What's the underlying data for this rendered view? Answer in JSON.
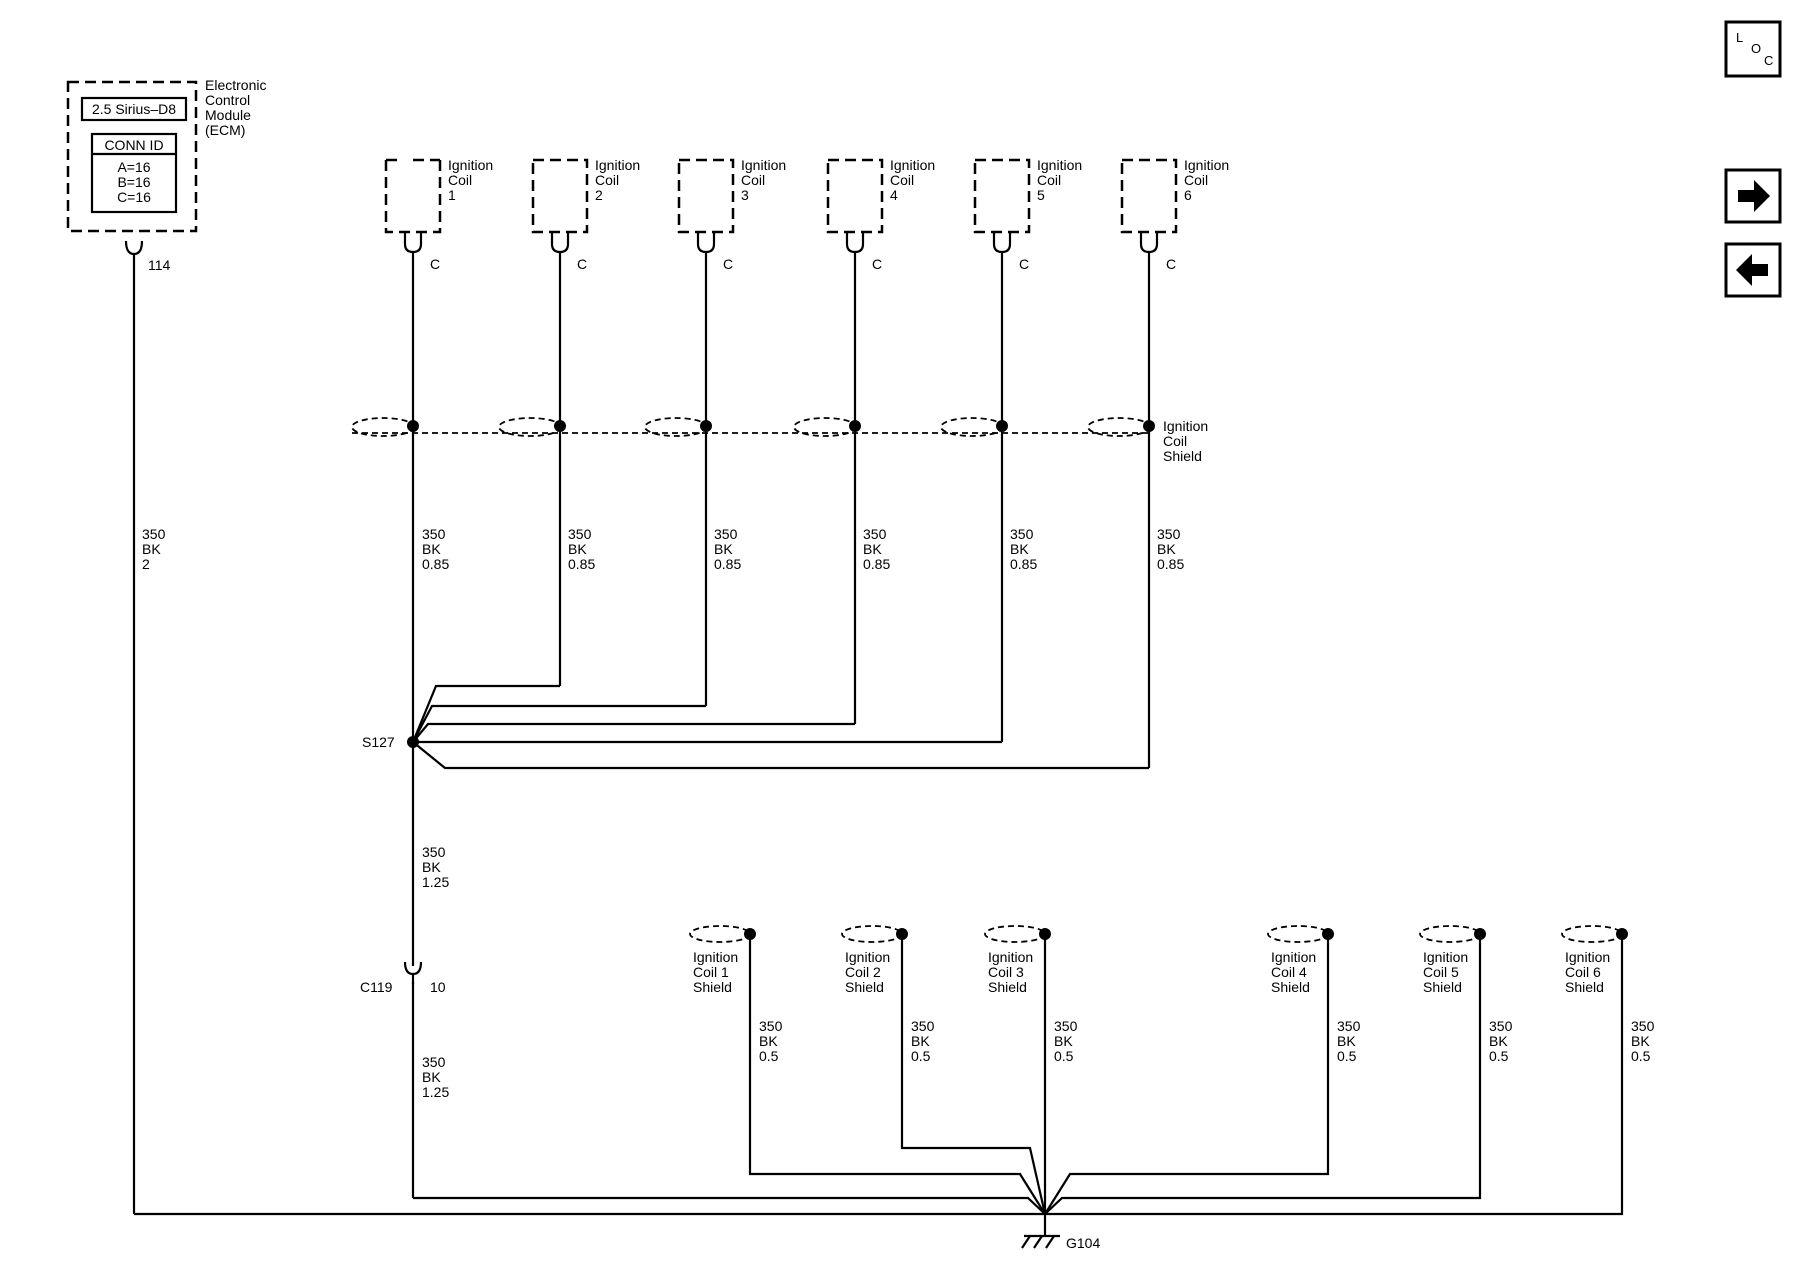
{
  "ecm": {
    "name_lines": [
      "Electronic",
      "Control",
      "Module",
      "(ECM)"
    ],
    "engine_label": "2.5 Sirius–D8",
    "conn_header": "CONN ID",
    "conn_ids": [
      "A=16",
      "B=16",
      "C=16"
    ],
    "pin": "114",
    "wire": [
      "350",
      "BK",
      "2"
    ]
  },
  "ignition_coils": [
    {
      "lines": [
        "Ignition",
        "Coil",
        "1"
      ],
      "connector": "C",
      "wire": [
        "350",
        "BK",
        "0.85"
      ]
    },
    {
      "lines": [
        "Ignition",
        "Coil",
        "2"
      ],
      "connector": "C",
      "wire": [
        "350",
        "BK",
        "0.85"
      ]
    },
    {
      "lines": [
        "Ignition",
        "Coil",
        "3"
      ],
      "connector": "C",
      "wire": [
        "350",
        "BK",
        "0.85"
      ]
    },
    {
      "lines": [
        "Ignition",
        "Coil",
        "4"
      ],
      "connector": "C",
      "wire": [
        "350",
        "BK",
        "0.85"
      ]
    },
    {
      "lines": [
        "Ignition",
        "Coil",
        "5"
      ],
      "connector": "C",
      "wire": [
        "350",
        "BK",
        "0.85"
      ]
    },
    {
      "lines": [
        "Ignition",
        "Coil",
        "6"
      ],
      "connector": "C",
      "wire": [
        "350",
        "BK",
        "0.85"
      ]
    }
  ],
  "coil_shield_label": [
    "Ignition",
    "Coil",
    "Shield"
  ],
  "splice": {
    "id": "S127",
    "wire": [
      "350",
      "BK",
      "1.25"
    ]
  },
  "inline_connector": {
    "id": "C119",
    "pin": "10",
    "wire": [
      "350",
      "BK",
      "1.25"
    ]
  },
  "shield_grounds": [
    {
      "lines": [
        "Ignition",
        "Coil 1",
        "Shield"
      ],
      "wire": [
        "350",
        "BK",
        "0.5"
      ]
    },
    {
      "lines": [
        "Ignition",
        "Coil 2",
        "Shield"
      ],
      "wire": [
        "350",
        "BK",
        "0.5"
      ]
    },
    {
      "lines": [
        "Ignition",
        "Coil 3",
        "Shield"
      ],
      "wire": [
        "350",
        "BK",
        "0.5"
      ]
    },
    {
      "lines": [
        "Ignition",
        "Coil 4",
        "Shield"
      ],
      "wire": [
        "350",
        "BK",
        "0.5"
      ]
    },
    {
      "lines": [
        "Ignition",
        "Coil 5",
        "Shield"
      ],
      "wire": [
        "350",
        "BK",
        "0.5"
      ]
    },
    {
      "lines": [
        "Ignition",
        "Coil 6",
        "Shield"
      ],
      "wire": [
        "350",
        "BK",
        "0.5"
      ]
    }
  ],
  "ground": {
    "id": "G104"
  },
  "nav": {
    "loc_letters": [
      "L",
      "O",
      "C"
    ],
    "forward_icon": "arrow-right-icon",
    "back_icon": "arrow-left-icon"
  }
}
